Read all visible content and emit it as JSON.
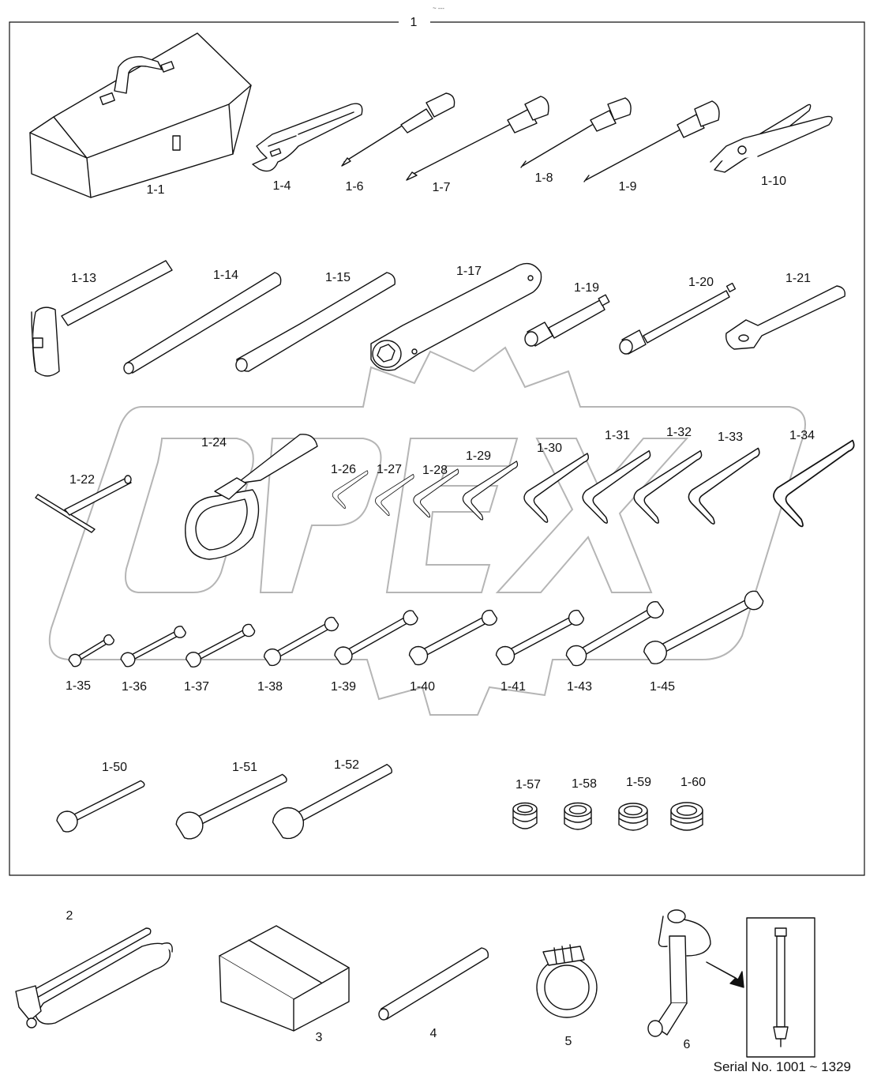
{
  "header_mark": "~ ---",
  "group_label": "1",
  "watermark_text": "OPEX",
  "serial": "Serial No. 1001 ~ 1329",
  "colors": {
    "line": "#111111",
    "watermark": "#b5b5b5",
    "background": "#ffffff"
  },
  "parts": [
    {
      "label": "1-1",
      "icon": "toolbox-icon"
    },
    {
      "label": "1-4",
      "icon": "adjustable-wrench-icon"
    },
    {
      "label": "1-6",
      "icon": "screwdriver-flat-small-icon"
    },
    {
      "label": "1-7",
      "icon": "screwdriver-flat-large-icon"
    },
    {
      "label": "1-8",
      "icon": "screwdriver-phillips-small-icon"
    },
    {
      "label": "1-9",
      "icon": "screwdriver-phillips-large-icon"
    },
    {
      "label": "1-10",
      "icon": "pliers-icon"
    },
    {
      "label": "1-13",
      "icon": "hammer-icon"
    },
    {
      "label": "1-14",
      "icon": "round-bar-icon"
    },
    {
      "label": "1-15",
      "icon": "pry-bar-icon"
    },
    {
      "label": "1-17",
      "icon": "box-wrench-icon"
    },
    {
      "label": "1-19",
      "icon": "socket-extension-short-icon"
    },
    {
      "label": "1-20",
      "icon": "socket-extension-long-icon"
    },
    {
      "label": "1-21",
      "icon": "ratchet-handle-icon"
    },
    {
      "label": "1-22",
      "icon": "t-handle-icon"
    },
    {
      "label": "1-24",
      "icon": "filter-wrench-icon"
    },
    {
      "label": "1-26",
      "icon": "hex-key-icon"
    },
    {
      "label": "1-27",
      "icon": "hex-key-icon"
    },
    {
      "label": "1-28",
      "icon": "hex-key-icon"
    },
    {
      "label": "1-29",
      "icon": "hex-key-icon"
    },
    {
      "label": "1-30",
      "icon": "hex-key-icon"
    },
    {
      "label": "1-31",
      "icon": "hex-key-icon"
    },
    {
      "label": "1-32",
      "icon": "hex-key-icon"
    },
    {
      "label": "1-33",
      "icon": "hex-key-icon"
    },
    {
      "label": "1-34",
      "icon": "hex-key-icon"
    },
    {
      "label": "1-35",
      "icon": "double-open-end-wrench-icon"
    },
    {
      "label": "1-36",
      "icon": "double-open-end-wrench-icon"
    },
    {
      "label": "1-37",
      "icon": "double-open-end-wrench-icon"
    },
    {
      "label": "1-38",
      "icon": "double-open-end-wrench-icon"
    },
    {
      "label": "1-39",
      "icon": "double-open-end-wrench-icon"
    },
    {
      "label": "1-40",
      "icon": "double-open-end-wrench-icon"
    },
    {
      "label": "1-41",
      "icon": "double-open-end-wrench-icon"
    },
    {
      "label": "1-43",
      "icon": "double-open-end-wrench-icon"
    },
    {
      "label": "1-45",
      "icon": "double-open-end-wrench-icon"
    },
    {
      "label": "1-50",
      "icon": "single-open-end-wrench-icon"
    },
    {
      "label": "1-51",
      "icon": "single-open-end-wrench-icon"
    },
    {
      "label": "1-52",
      "icon": "single-open-end-wrench-icon"
    },
    {
      "label": "1-57",
      "icon": "socket-icon"
    },
    {
      "label": "1-58",
      "icon": "socket-icon"
    },
    {
      "label": "1-59",
      "icon": "socket-icon"
    },
    {
      "label": "1-60",
      "icon": "socket-icon"
    },
    {
      "label": "2",
      "icon": "grease-gun-icon"
    },
    {
      "label": "3",
      "icon": "box-icon"
    },
    {
      "label": "4",
      "icon": "rod-icon"
    },
    {
      "label": "5",
      "icon": "hose-clamp-icon"
    },
    {
      "label": "6",
      "icon": "drain-hose-icon"
    }
  ]
}
